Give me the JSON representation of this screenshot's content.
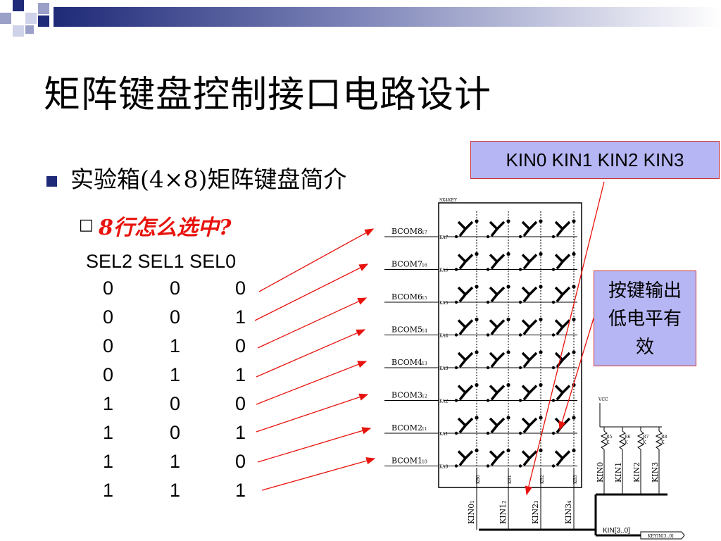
{
  "slide": {
    "title": "矩阵键盘控制接口电路设计",
    "bullet1": "实验箱(4×8)矩阵键盘简介",
    "bullet2_marker": "□",
    "bullet2": "8行怎么选中?"
  },
  "sel_table": {
    "header": "SEL2 SEL1 SEL0",
    "rows": [
      [
        "0",
        "0",
        "0"
      ],
      [
        "0",
        "0",
        "1"
      ],
      [
        "0",
        "1",
        "0"
      ],
      [
        "0",
        "1",
        "1"
      ],
      [
        "1",
        "0",
        "0"
      ],
      [
        "1",
        "0",
        "1"
      ],
      [
        "1",
        "1",
        "0"
      ],
      [
        "1",
        "1",
        "1"
      ]
    ]
  },
  "callouts": {
    "kin_label": "KIN0 KIN1 KIN2 KIN3",
    "key_note": "按键输出低电平有效"
  },
  "schematic": {
    "chip_label": "SX4KEY",
    "rows": [
      {
        "label": "BCOM8",
        "pin": "17",
        "row_pin": "KA7"
      },
      {
        "label": "BCOM7",
        "pin": "16",
        "row_pin": "KA6"
      },
      {
        "label": "BCOM6",
        "pin": "15",
        "row_pin": "KA5"
      },
      {
        "label": "BCOM5",
        "pin": "14",
        "row_pin": "KA4"
      },
      {
        "label": "BCOM4",
        "pin": "13",
        "row_pin": "KA3"
      },
      {
        "label": "BCOM3",
        "pin": "12",
        "row_pin": "KA2"
      },
      {
        "label": "BCOM2",
        "pin": "11",
        "row_pin": "KA1"
      },
      {
        "label": "BCOM1",
        "pin": "10",
        "row_pin": "KA0"
      }
    ],
    "col_pins": [
      "KB0",
      "KB1",
      "KB2",
      "KB3"
    ],
    "col_labels": [
      "KIN0₁",
      "KIN1₂",
      "KIN2₃",
      "KIN3₄"
    ],
    "vcc": "VCC",
    "resistors": [
      {
        "name": "R5",
        "val": "K"
      },
      {
        "name": "R6",
        "val": "K"
      },
      {
        "name": "R7",
        "val": "K"
      },
      {
        "name": "R8",
        "val": "K"
      }
    ],
    "pullup_labels": [
      "KIN0",
      "KIN1",
      "KIN2",
      "KIN3"
    ],
    "bus_label": "KIN[3..0]",
    "port_label": "KEYIN[3..0]"
  },
  "colors": {
    "accent": "#1f2a78",
    "callout_fill": "#b6b6f4",
    "callout_border": "#cc3333",
    "arrow": "#e8120c",
    "emphasis": "#e8120c"
  }
}
